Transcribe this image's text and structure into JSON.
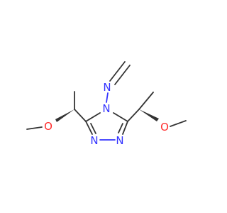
{
  "molecule": {
    "atom_labels": {
      "n_imine": "N",
      "n_ring_4": "N",
      "n_ring_1": "N",
      "n_ring_2": "N",
      "o_left": "O",
      "o_right": "O"
    },
    "colors": {
      "bond": "#333333",
      "nitrogen": "#3333ff",
      "oxygen": "#ff2d2d",
      "background": "#ffffff"
    }
  }
}
